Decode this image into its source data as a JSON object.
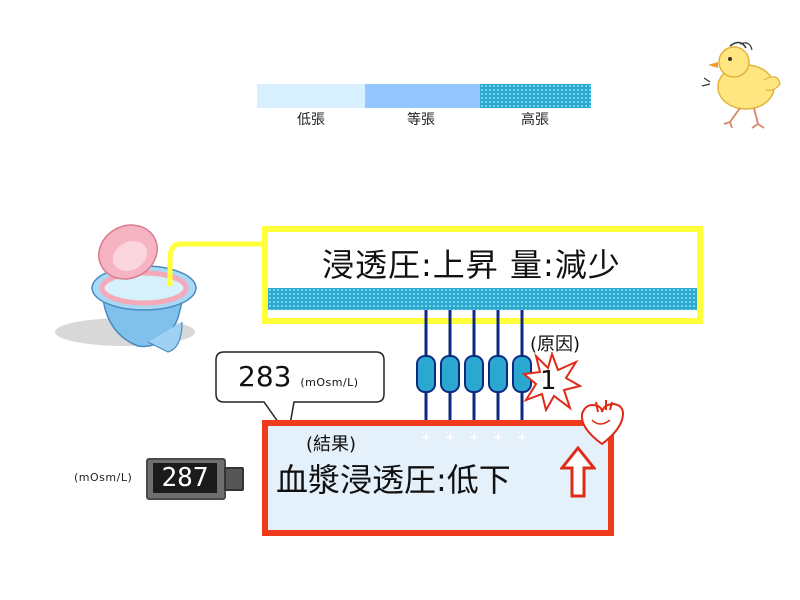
{
  "legend": {
    "items": [
      {
        "label": "低張",
        "color": "#d7efff"
      },
      {
        "label": "等張",
        "color": "#94c7ff"
      },
      {
        "label": "高張",
        "color": "#2aa8cf"
      }
    ]
  },
  "urine": {
    "text": "浸透圧:上昇  量:減少"
  },
  "cause": {
    "label": "(原因)",
    "badge": "1"
  },
  "bubble": {
    "value": "283",
    "unit": "(mOsm/L)"
  },
  "result": {
    "label": "(結果)"
  },
  "plasma": {
    "text": "血漿浸透圧:低下"
  },
  "meter": {
    "unit": "(mOsm/L)",
    "value": "287"
  },
  "channels": {
    "count": 5,
    "marker": "+"
  },
  "colors": {
    "urine_border": "#ffff3a",
    "plasma_border": "#f03a1c",
    "plasma_fill": "#e4f1fb",
    "arrow": "#0d2a80",
    "channel": "#2aa8cf",
    "up_arrow": "#e02a18"
  }
}
